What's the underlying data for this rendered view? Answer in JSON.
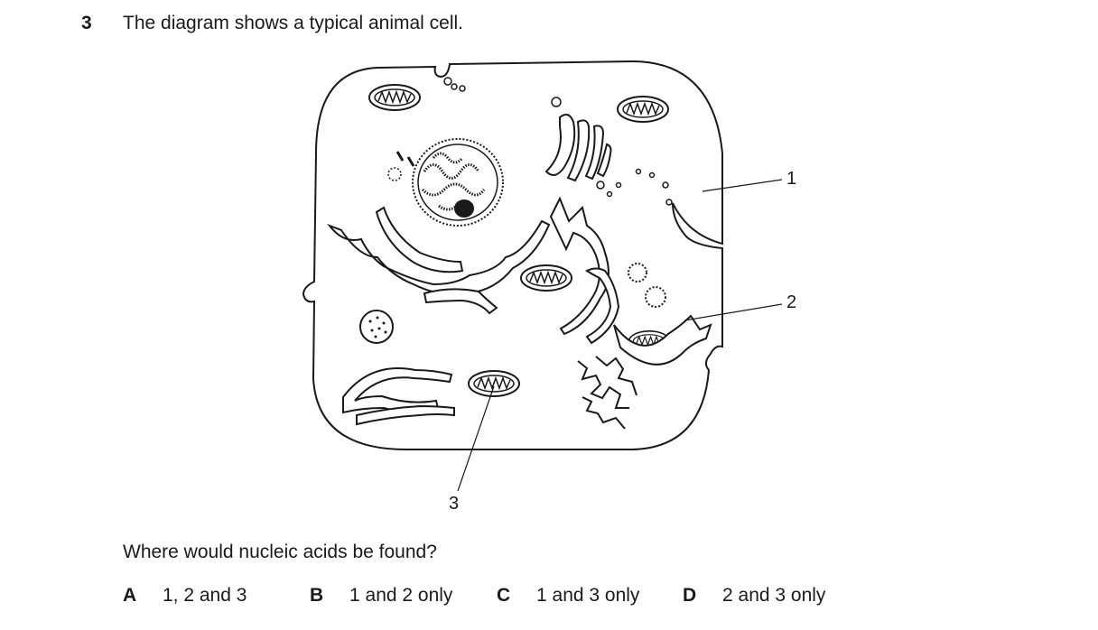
{
  "question": {
    "number": "3",
    "stem": "The diagram shows a typical animal cell.",
    "prompt": "Where would nucleic acids be found?"
  },
  "diagram": {
    "labels": [
      "1",
      "2",
      "3"
    ]
  },
  "options": [
    {
      "letter": "A",
      "text": "1, 2 and 3"
    },
    {
      "letter": "B",
      "text": "1 and 2 only"
    },
    {
      "letter": "C",
      "text": "1 and 3 only"
    },
    {
      "letter": "D",
      "text": "2 and 3 only"
    }
  ]
}
